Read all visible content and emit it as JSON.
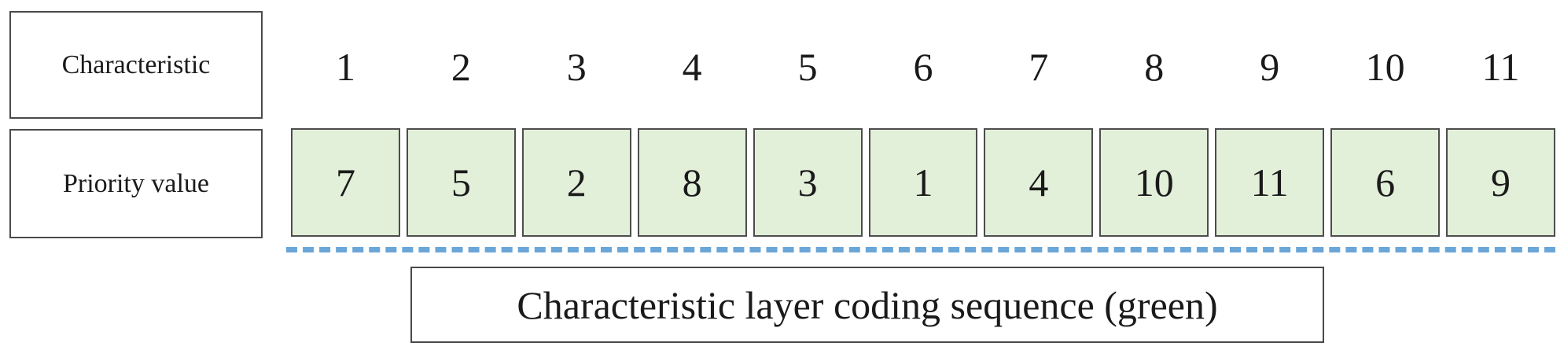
{
  "labels": {
    "characteristic": "Characteristic",
    "priority_value": "Priority value"
  },
  "characteristic_indices": [
    "1",
    "2",
    "3",
    "4",
    "5",
    "6",
    "7",
    "8",
    "9",
    "10",
    "11"
  ],
  "priority_values": [
    "7",
    "5",
    "2",
    "8",
    "3",
    "1",
    "4",
    "10",
    "11",
    "6",
    "9"
  ],
  "caption": "Characteristic layer coding sequence (green)",
  "colors": {
    "cell_fill": "#e2efd9",
    "divider": "#6aa6d8"
  }
}
